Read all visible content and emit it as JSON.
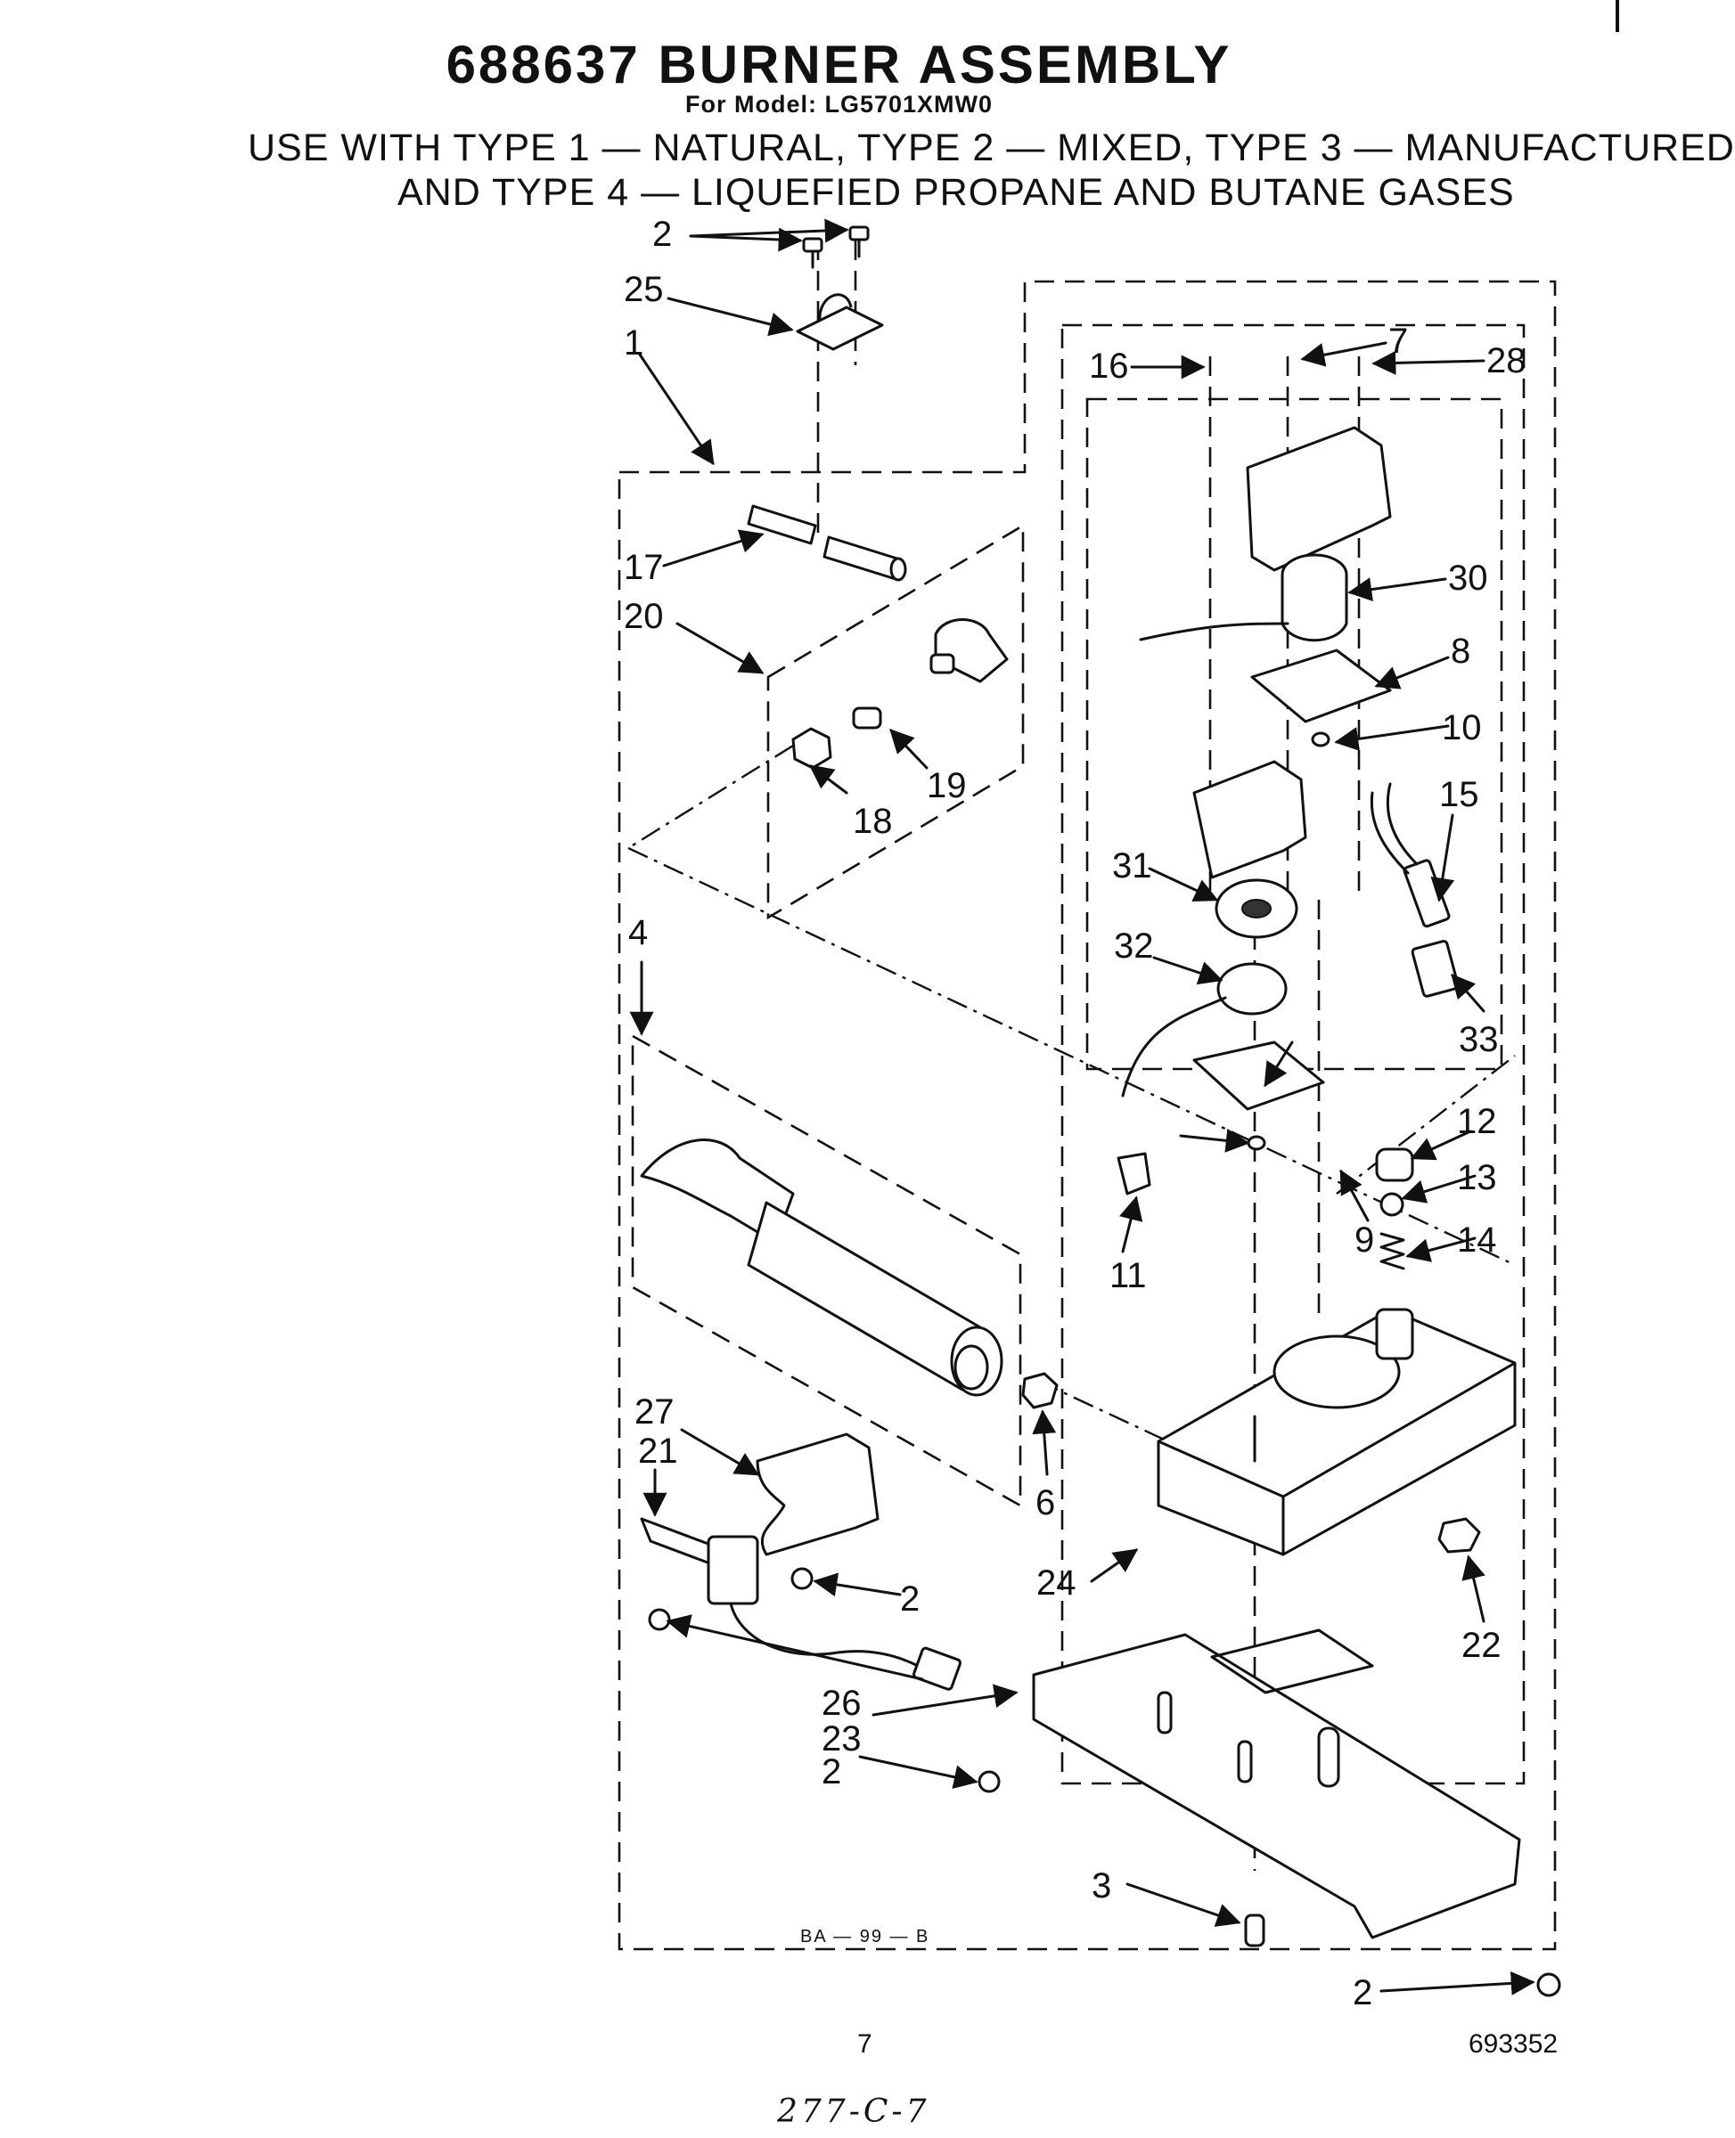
{
  "header": {
    "title": "688637 BURNER ASSEMBLY",
    "model": "For Model: LG5701XMW0",
    "gas_line_1": "USE WITH TYPE 1 — NATURAL, TYPE 2 — MIXED, TYPE 3 — MANUFACTURED",
    "gas_line_2": "AND TYPE 4 — LIQUEFIED PROPANE AND BUTANE GASES"
  },
  "callouts": [
    "2",
    "25",
    "1",
    "16",
    "7",
    "28",
    "30",
    "8",
    "10",
    "15",
    "17",
    "20",
    "19",
    "18",
    "31",
    "32",
    "33",
    "4",
    "12",
    "13",
    "14",
    "9",
    "11",
    "27",
    "21",
    "6",
    "24",
    "22",
    "26",
    "23",
    "3"
  ],
  "drawing_code": "BA — 99 — B",
  "footer": {
    "page_number": "7",
    "document_number": "693352",
    "handwritten_note": "277-C-7"
  }
}
